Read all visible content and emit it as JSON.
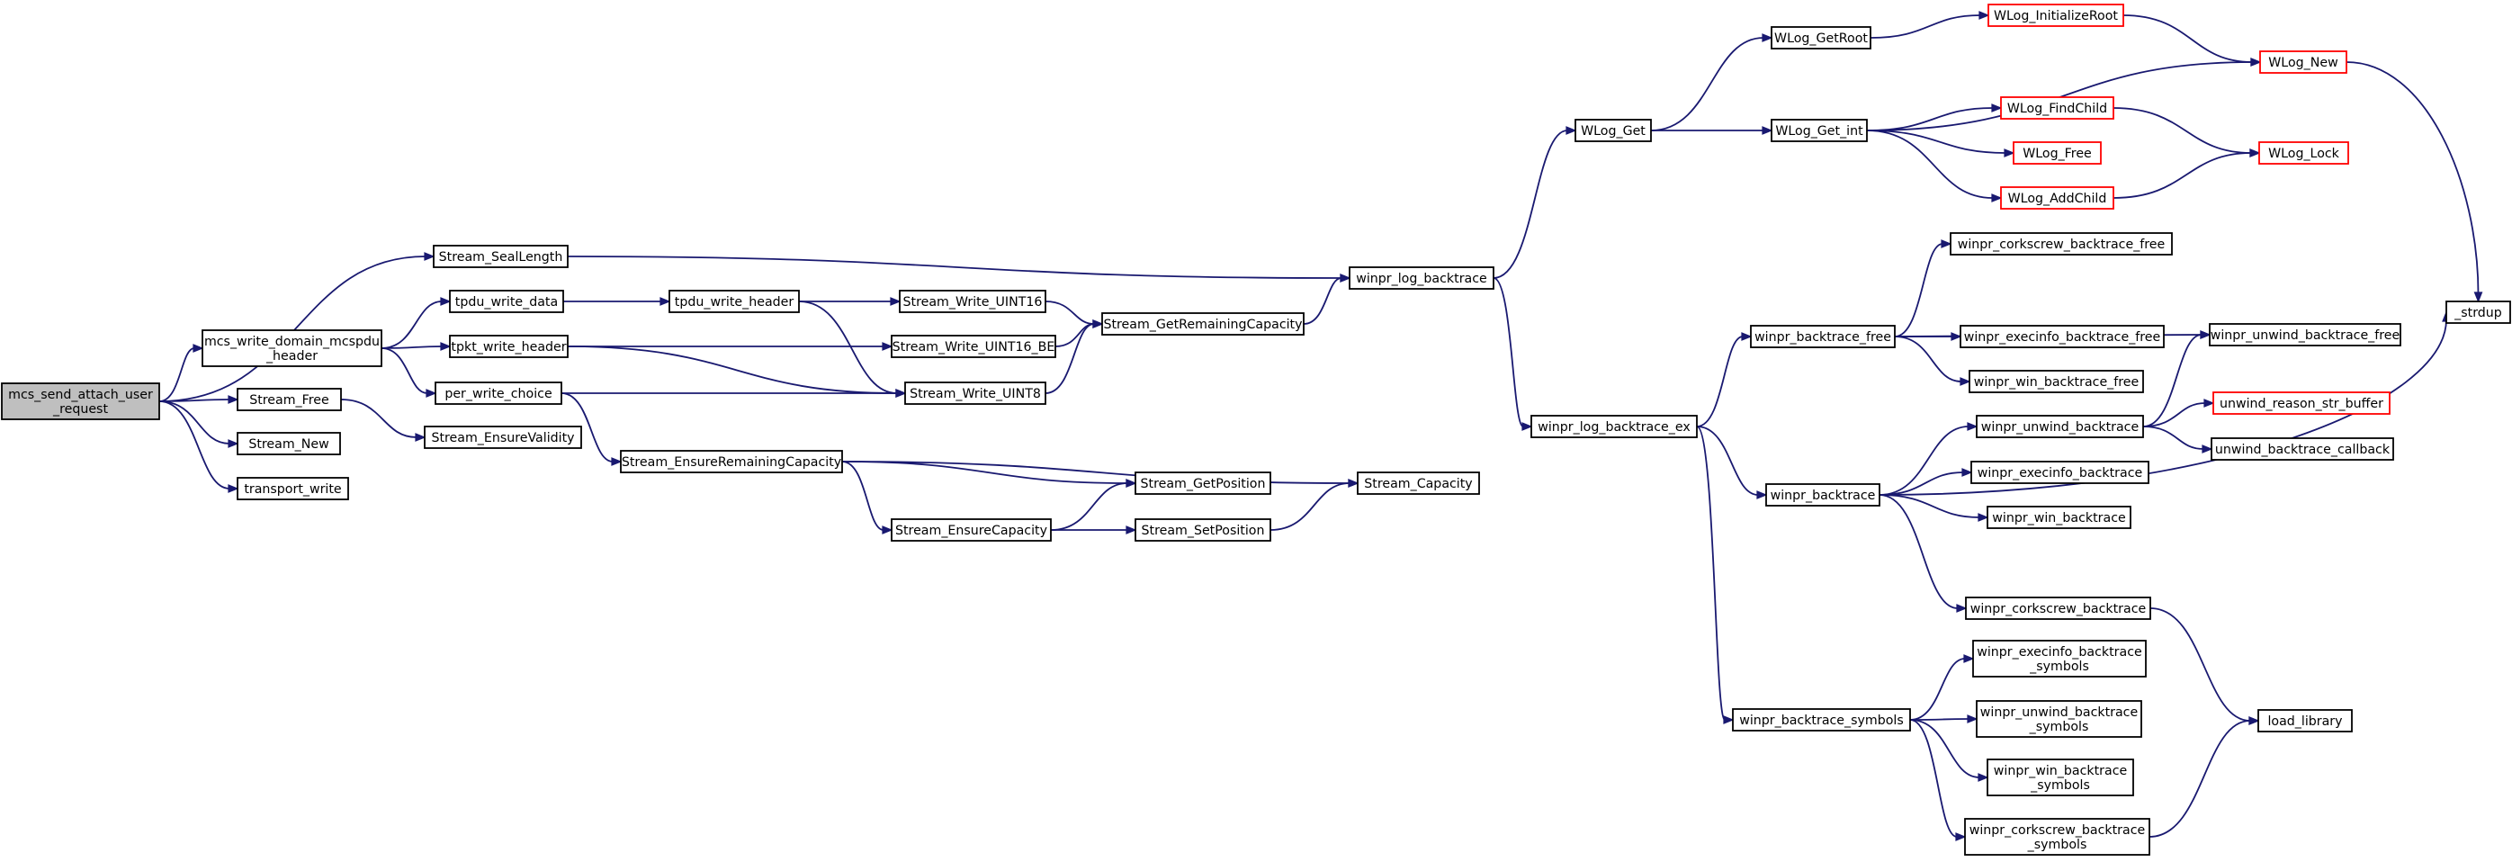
{
  "graph": {
    "colors": {
      "edge": "#191970",
      "node_border": "#000000",
      "truncated_border": "#ff0000",
      "root_fill": "#bfbfbf",
      "background": "#ffffff"
    },
    "nodes": [
      {
        "id": "mcs_send_attach_user_request",
        "lines": [
          "mcs_send_attach_user",
          "_request"
        ],
        "root": true
      },
      {
        "id": "Stream_SealLength",
        "lines": [
          "Stream_SealLength"
        ]
      },
      {
        "id": "mcs_write_domain_mcspdu_header",
        "lines": [
          "mcs_write_domain_mcspdu",
          "_header"
        ]
      },
      {
        "id": "Stream_Free",
        "lines": [
          "Stream_Free"
        ]
      },
      {
        "id": "Stream_New",
        "lines": [
          "Stream_New"
        ]
      },
      {
        "id": "transport_write",
        "lines": [
          "transport_write"
        ]
      },
      {
        "id": "tpdu_write_data",
        "lines": [
          "tpdu_write_data"
        ]
      },
      {
        "id": "tpkt_write_header",
        "lines": [
          "tpkt_write_header"
        ]
      },
      {
        "id": "per_write_choice",
        "lines": [
          "per_write_choice"
        ]
      },
      {
        "id": "Stream_EnsureValidity",
        "lines": [
          "Stream_EnsureValidity"
        ]
      },
      {
        "id": "tpdu_write_header",
        "lines": [
          "tpdu_write_header"
        ]
      },
      {
        "id": "Stream_EnsureRemainingCapacity",
        "lines": [
          "Stream_EnsureRemainingCapacity"
        ]
      },
      {
        "id": "Stream_EnsureCapacity",
        "lines": [
          "Stream_EnsureCapacity"
        ]
      },
      {
        "id": "Stream_Write_UINT16",
        "lines": [
          "Stream_Write_UINT16"
        ]
      },
      {
        "id": "Stream_Write_UINT16_BE",
        "lines": [
          "Stream_Write_UINT16_BE"
        ]
      },
      {
        "id": "Stream_Write_UINT8",
        "lines": [
          "Stream_Write_UINT8"
        ]
      },
      {
        "id": "Stream_GetPosition",
        "lines": [
          "Stream_GetPosition"
        ]
      },
      {
        "id": "Stream_SetPosition",
        "lines": [
          "Stream_SetPosition"
        ]
      },
      {
        "id": "Stream_GetRemainingCapacity",
        "lines": [
          "Stream_GetRemainingCapacity"
        ]
      },
      {
        "id": "Stream_Capacity",
        "lines": [
          "Stream_Capacity"
        ]
      },
      {
        "id": "winpr_log_backtrace",
        "lines": [
          "winpr_log_backtrace"
        ]
      },
      {
        "id": "WLog_Get",
        "lines": [
          "WLog_Get"
        ]
      },
      {
        "id": "winpr_log_backtrace_ex",
        "lines": [
          "winpr_log_backtrace_ex"
        ]
      },
      {
        "id": "WLog_GetRoot",
        "lines": [
          "WLog_GetRoot"
        ]
      },
      {
        "id": "WLog_Get_int",
        "lines": [
          "WLog_Get_int"
        ]
      },
      {
        "id": "winpr_backtrace_free",
        "lines": [
          "winpr_backtrace_free"
        ]
      },
      {
        "id": "winpr_backtrace",
        "lines": [
          "winpr_backtrace"
        ]
      },
      {
        "id": "winpr_backtrace_symbols",
        "lines": [
          "winpr_backtrace_symbols"
        ]
      },
      {
        "id": "WLog_InitializeRoot",
        "lines": [
          "WLog_InitializeRoot"
        ],
        "truncated": true
      },
      {
        "id": "WLog_FindChild",
        "lines": [
          "WLog_FindChild"
        ],
        "truncated": true
      },
      {
        "id": "WLog_Free",
        "lines": [
          "WLog_Free"
        ],
        "truncated": true
      },
      {
        "id": "WLog_AddChild",
        "lines": [
          "WLog_AddChild"
        ],
        "truncated": true
      },
      {
        "id": "winpr_corkscrew_backtrace_free",
        "lines": [
          "winpr_corkscrew_backtrace_free"
        ]
      },
      {
        "id": "winpr_execinfo_backtrace_free",
        "lines": [
          "winpr_execinfo_backtrace_free"
        ]
      },
      {
        "id": "winpr_win_backtrace_free",
        "lines": [
          "winpr_win_backtrace_free"
        ]
      },
      {
        "id": "winpr_unwind_backtrace",
        "lines": [
          "winpr_unwind_backtrace"
        ]
      },
      {
        "id": "winpr_execinfo_backtrace",
        "lines": [
          "winpr_execinfo_backtrace"
        ]
      },
      {
        "id": "winpr_win_backtrace",
        "lines": [
          "winpr_win_backtrace"
        ]
      },
      {
        "id": "winpr_corkscrew_backtrace",
        "lines": [
          "winpr_corkscrew_backtrace"
        ]
      },
      {
        "id": "winpr_execinfo_backtrace_symbols",
        "lines": [
          "winpr_execinfo_backtrace",
          "_symbols"
        ]
      },
      {
        "id": "winpr_unwind_backtrace_symbols",
        "lines": [
          "winpr_unwind_backtrace",
          "_symbols"
        ]
      },
      {
        "id": "winpr_win_backtrace_symbols",
        "lines": [
          "winpr_win_backtrace",
          "_symbols"
        ]
      },
      {
        "id": "winpr_corkscrew_backtrace_symbols",
        "lines": [
          "winpr_corkscrew_backtrace",
          "_symbols"
        ]
      },
      {
        "id": "WLog_New",
        "lines": [
          "WLog_New"
        ],
        "truncated": true
      },
      {
        "id": "WLog_Lock",
        "lines": [
          "WLog_Lock"
        ],
        "truncated": true
      },
      {
        "id": "winpr_unwind_backtrace_free",
        "lines": [
          "winpr_unwind_backtrace_free"
        ]
      },
      {
        "id": "unwind_reason_str_buffer",
        "lines": [
          "unwind_reason_str_buffer"
        ],
        "truncated": true
      },
      {
        "id": "unwind_backtrace_callback",
        "lines": [
          "unwind_backtrace_callback"
        ]
      },
      {
        "id": "load_library",
        "lines": [
          "load_library"
        ]
      },
      {
        "id": "_strdup",
        "lines": [
          "_strdup"
        ]
      }
    ],
    "edges": [
      [
        "mcs_send_attach_user_request",
        "Stream_SealLength"
      ],
      [
        "mcs_send_attach_user_request",
        "mcs_write_domain_mcspdu_header"
      ],
      [
        "mcs_send_attach_user_request",
        "Stream_Free"
      ],
      [
        "mcs_send_attach_user_request",
        "Stream_New"
      ],
      [
        "mcs_send_attach_user_request",
        "transport_write"
      ],
      [
        "Stream_SealLength",
        "winpr_log_backtrace"
      ],
      [
        "mcs_write_domain_mcspdu_header",
        "tpdu_write_data"
      ],
      [
        "mcs_write_domain_mcspdu_header",
        "tpkt_write_header"
      ],
      [
        "mcs_write_domain_mcspdu_header",
        "per_write_choice"
      ],
      [
        "Stream_Free",
        "Stream_EnsureValidity"
      ],
      [
        "tpdu_write_data",
        "tpdu_write_header"
      ],
      [
        "tpdu_write_header",
        "Stream_Write_UINT16"
      ],
      [
        "tpdu_write_header",
        "Stream_Write_UINT8"
      ],
      [
        "tpkt_write_header",
        "Stream_Write_UINT16_BE"
      ],
      [
        "tpkt_write_header",
        "Stream_Write_UINT8"
      ],
      [
        "per_write_choice",
        "Stream_Write_UINT8"
      ],
      [
        "per_write_choice",
        "Stream_EnsureRemainingCapacity"
      ],
      [
        "Stream_Write_UINT16",
        "Stream_GetRemainingCapacity"
      ],
      [
        "Stream_Write_UINT16_BE",
        "Stream_GetRemainingCapacity"
      ],
      [
        "Stream_Write_UINT8",
        "Stream_GetRemainingCapacity"
      ],
      [
        "Stream_GetRemainingCapacity",
        "winpr_log_backtrace"
      ],
      [
        "Stream_EnsureRemainingCapacity",
        "Stream_GetPosition"
      ],
      [
        "Stream_EnsureRemainingCapacity",
        "Stream_Capacity"
      ],
      [
        "Stream_EnsureRemainingCapacity",
        "Stream_EnsureCapacity"
      ],
      [
        "Stream_EnsureCapacity",
        "Stream_GetPosition"
      ],
      [
        "Stream_EnsureCapacity",
        "Stream_SetPosition"
      ],
      [
        "Stream_SetPosition",
        "Stream_Capacity"
      ],
      [
        "winpr_log_backtrace",
        "WLog_Get"
      ],
      [
        "winpr_log_backtrace",
        "winpr_log_backtrace_ex"
      ],
      [
        "WLog_Get",
        "WLog_GetRoot"
      ],
      [
        "WLog_Get",
        "WLog_Get_int"
      ],
      [
        "WLog_GetRoot",
        "WLog_InitializeRoot"
      ],
      [
        "WLog_InitializeRoot",
        "WLog_New"
      ],
      [
        "WLog_Get_int",
        "WLog_New"
      ],
      [
        "WLog_Get_int",
        "WLog_FindChild"
      ],
      [
        "WLog_Get_int",
        "WLog_Free"
      ],
      [
        "WLog_Get_int",
        "WLog_AddChild"
      ],
      [
        "WLog_FindChild",
        "WLog_Lock"
      ],
      [
        "WLog_AddChild",
        "WLog_Lock"
      ],
      [
        "WLog_New",
        "_strdup"
      ],
      [
        "winpr_log_backtrace_ex",
        "winpr_backtrace_free"
      ],
      [
        "winpr_log_backtrace_ex",
        "winpr_backtrace"
      ],
      [
        "winpr_log_backtrace_ex",
        "winpr_backtrace_symbols"
      ],
      [
        "winpr_backtrace_free",
        "winpr_corkscrew_backtrace_free"
      ],
      [
        "winpr_backtrace_free",
        "winpr_unwind_backtrace_free"
      ],
      [
        "winpr_backtrace_free",
        "winpr_execinfo_backtrace_free"
      ],
      [
        "winpr_backtrace_free",
        "winpr_win_backtrace_free"
      ],
      [
        "winpr_backtrace",
        "winpr_unwind_backtrace"
      ],
      [
        "winpr_backtrace",
        "winpr_execinfo_backtrace"
      ],
      [
        "winpr_backtrace",
        "winpr_win_backtrace"
      ],
      [
        "winpr_backtrace",
        "winpr_corkscrew_backtrace"
      ],
      [
        "winpr_backtrace",
        "_strdup"
      ],
      [
        "winpr_unwind_backtrace",
        "winpr_unwind_backtrace_free"
      ],
      [
        "winpr_unwind_backtrace",
        "unwind_reason_str_buffer"
      ],
      [
        "winpr_unwind_backtrace",
        "unwind_backtrace_callback"
      ],
      [
        "winpr_corkscrew_backtrace",
        "load_library"
      ],
      [
        "winpr_backtrace_symbols",
        "winpr_execinfo_backtrace_symbols"
      ],
      [
        "winpr_backtrace_symbols",
        "winpr_unwind_backtrace_symbols"
      ],
      [
        "winpr_backtrace_symbols",
        "winpr_win_backtrace_symbols"
      ],
      [
        "winpr_backtrace_symbols",
        "winpr_corkscrew_backtrace_symbols"
      ],
      [
        "winpr_corkscrew_backtrace_symbols",
        "load_library"
      ]
    ]
  }
}
